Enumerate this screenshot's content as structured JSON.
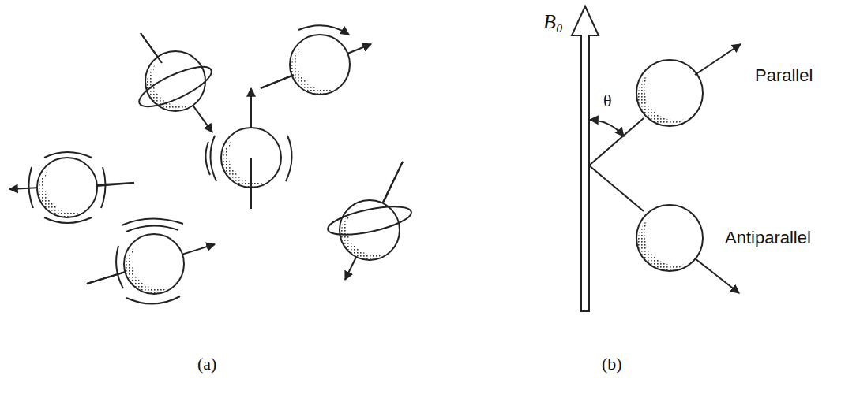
{
  "diagram": {
    "labels": [
      "B₀",
      "θ",
      "Parallel",
      "Antiparallel",
      "(a)",
      "(b)"
    ]
  }
}
